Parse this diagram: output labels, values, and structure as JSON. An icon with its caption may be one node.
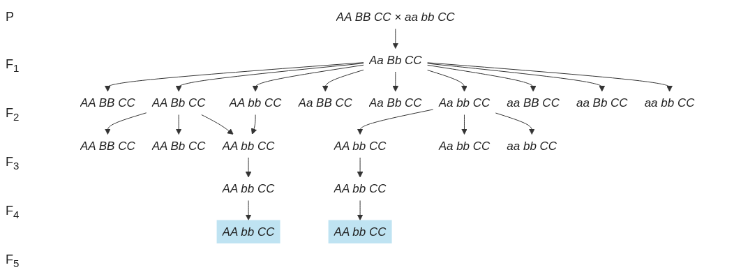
{
  "diagram": {
    "nodes": [
      {
        "text": [
          "AA BB CC × aa bb CC"
        ]
      },
      {
        "text": [
          "Aa Bb CC"
        ]
      },
      {
        "text": [
          "AA BB CC"
        ]
      },
      {
        "text": [
          "AA Bb CC"
        ]
      },
      {
        "text": [
          "AA bb CC"
        ]
      },
      {
        "text": [
          "Aa BB CC"
        ]
      },
      {
        "text": [
          "Aa Bb CC"
        ]
      },
      {
        "text": [
          "Aa bb CC"
        ]
      },
      {
        "text": [
          "aa BB CC"
        ]
      },
      {
        "text": [
          "aa Bb CC"
        ]
      },
      {
        "text": [
          "aa bb CC"
        ]
      },
      {
        "text": [
          "AA BB CC"
        ]
      },
      {
        "text": [
          "AA Bb CC"
        ]
      },
      {
        "text": [
          "AA bb CC"
        ]
      },
      {
        "text": [
          "AA bb CC"
        ]
      },
      {
        "text": [
          "Aa bb CC"
        ]
      },
      {
        "text": [
          "aa bb CC"
        ]
      },
      {
        "text": [
          "AA bb CC"
        ]
      },
      {
        "text": [
          "AA bb CC"
        ]
      },
      {
        "text": [
          "AA bb CC"
        ]
      },
      {
        "text": [
          "AA bb CC"
        ]
      }
    ],
    "edges": [
      {
        "from": 0,
        "to": 1,
        "arrow": "to"
      },
      {
        "from": 1,
        "to": 2,
        "arrow": "to"
      },
      {
        "from": 1,
        "to": 3,
        "arrow": "to"
      },
      {
        "from": 1,
        "to": 4,
        "arrow": "to"
      },
      {
        "from": 1,
        "to": 5,
        "arrow": "to"
      },
      {
        "from": 1,
        "to": 6,
        "arrow": "to"
      },
      {
        "from": 1,
        "to": 7,
        "arrow": "to"
      },
      {
        "from": 1,
        "to": 8,
        "arrow": "to"
      },
      {
        "from": 1,
        "to": 9,
        "arrow": "to"
      },
      {
        "from": 1,
        "to": 10,
        "arrow": "to"
      },
      {
        "from": 3,
        "to": 11,
        "arrow": "to"
      },
      {
        "from": 3,
        "to": 12,
        "arrow": "to"
      },
      {
        "from": 3,
        "to": 13,
        "arrow": "to"
      },
      {
        "from": 4,
        "to": 13,
        "arrow": "to"
      },
      {
        "from": 7,
        "to": 14,
        "arrow": "to"
      },
      {
        "from": 7,
        "to": 15,
        "arrow": "to"
      },
      {
        "from": 7,
        "to": 16,
        "arrow": "to"
      },
      {
        "from": 13,
        "to": 17,
        "arrow": "to"
      },
      {
        "from": 14,
        "to": 18,
        "arrow": "to"
      },
      {
        "from": 17,
        "to": 19,
        "arrow": "to"
      },
      {
        "from": 18,
        "to": 20,
        "arrow": "to"
      }
    ],
    "labels": [
      "P",
      "F$_{1}$",
      "F$_{2}$",
      "F$_{3}$",
      "F$_{4}$",
      "F$_{5}$"
    ]
  }
}
